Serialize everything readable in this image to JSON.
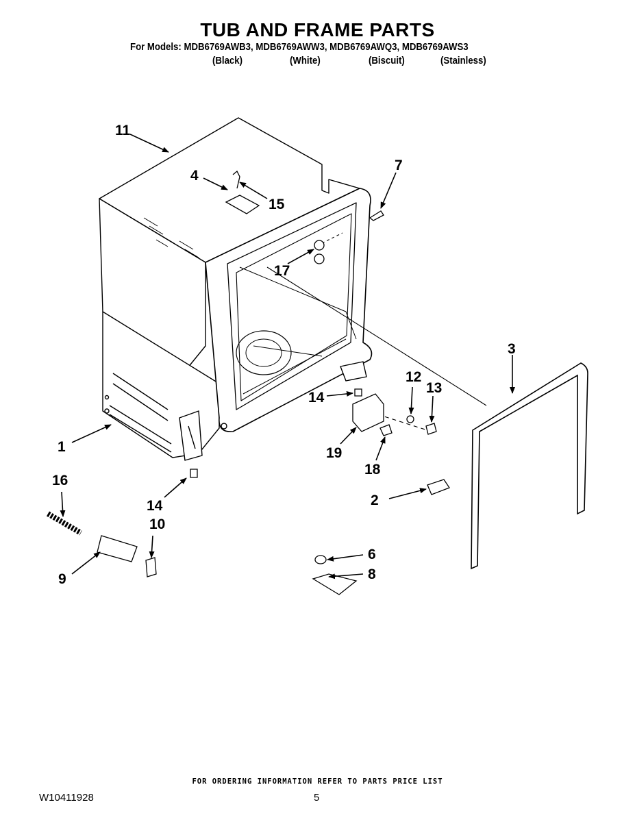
{
  "header": {
    "title": "TUB AND FRAME PARTS",
    "models_line": "For Models: MDB6769AWB3, MDB6769AWW3, MDB6769AWQ3, MDB6769AWS3",
    "colors": [
      "(Black)",
      "(White)",
      "(Biscuit)",
      "(Stainless)"
    ]
  },
  "callouts": {
    "c1": "1",
    "c2": "2",
    "c3": "3",
    "c4": "4",
    "c6": "6",
    "c7": "7",
    "c8": "8",
    "c9": "9",
    "c10": "10",
    "c11": "11",
    "c12": "12",
    "c13": "13",
    "c14a": "14",
    "c14b": "14",
    "c15": "15",
    "c16": "16",
    "c17": "17",
    "c18": "18",
    "c19": "19"
  },
  "footer": {
    "ordering_note": "FOR ORDERING INFORMATION REFER TO PARTS PRICE LIST",
    "doc_number": "W10411928",
    "page_number": "5"
  }
}
